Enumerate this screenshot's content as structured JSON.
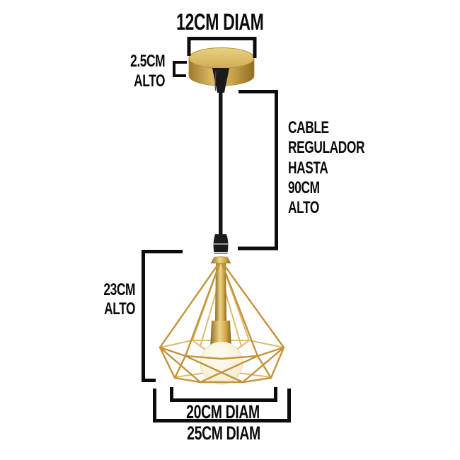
{
  "annotations": {
    "canopy_diameter": {
      "text": "12CM DIAM"
    },
    "canopy_height": {
      "line1": "2.5CM",
      "line2": "ALTO"
    },
    "cable_note": {
      "lines": [
        "CABLE",
        "REGULADOR",
        "HASTA",
        "90CM",
        "ALTO"
      ]
    },
    "lamp_height": {
      "line1": "23CM",
      "line2": "ALTO"
    },
    "shade_inner_diameter": {
      "text": "20CM DIAM"
    },
    "shade_outer_diameter": {
      "text": "25CM DIAM"
    }
  },
  "colors": {
    "background": "#FFFFFF",
    "annotation_text": "#0A0A0A",
    "dimension_lines": "#0C0C0C",
    "gold": "#C9A24B",
    "gold_light": "#E6CC7E",
    "gold_dark": "#8F6E25",
    "cable_black": "#151515",
    "bulb_white": "#F7F1DE"
  }
}
